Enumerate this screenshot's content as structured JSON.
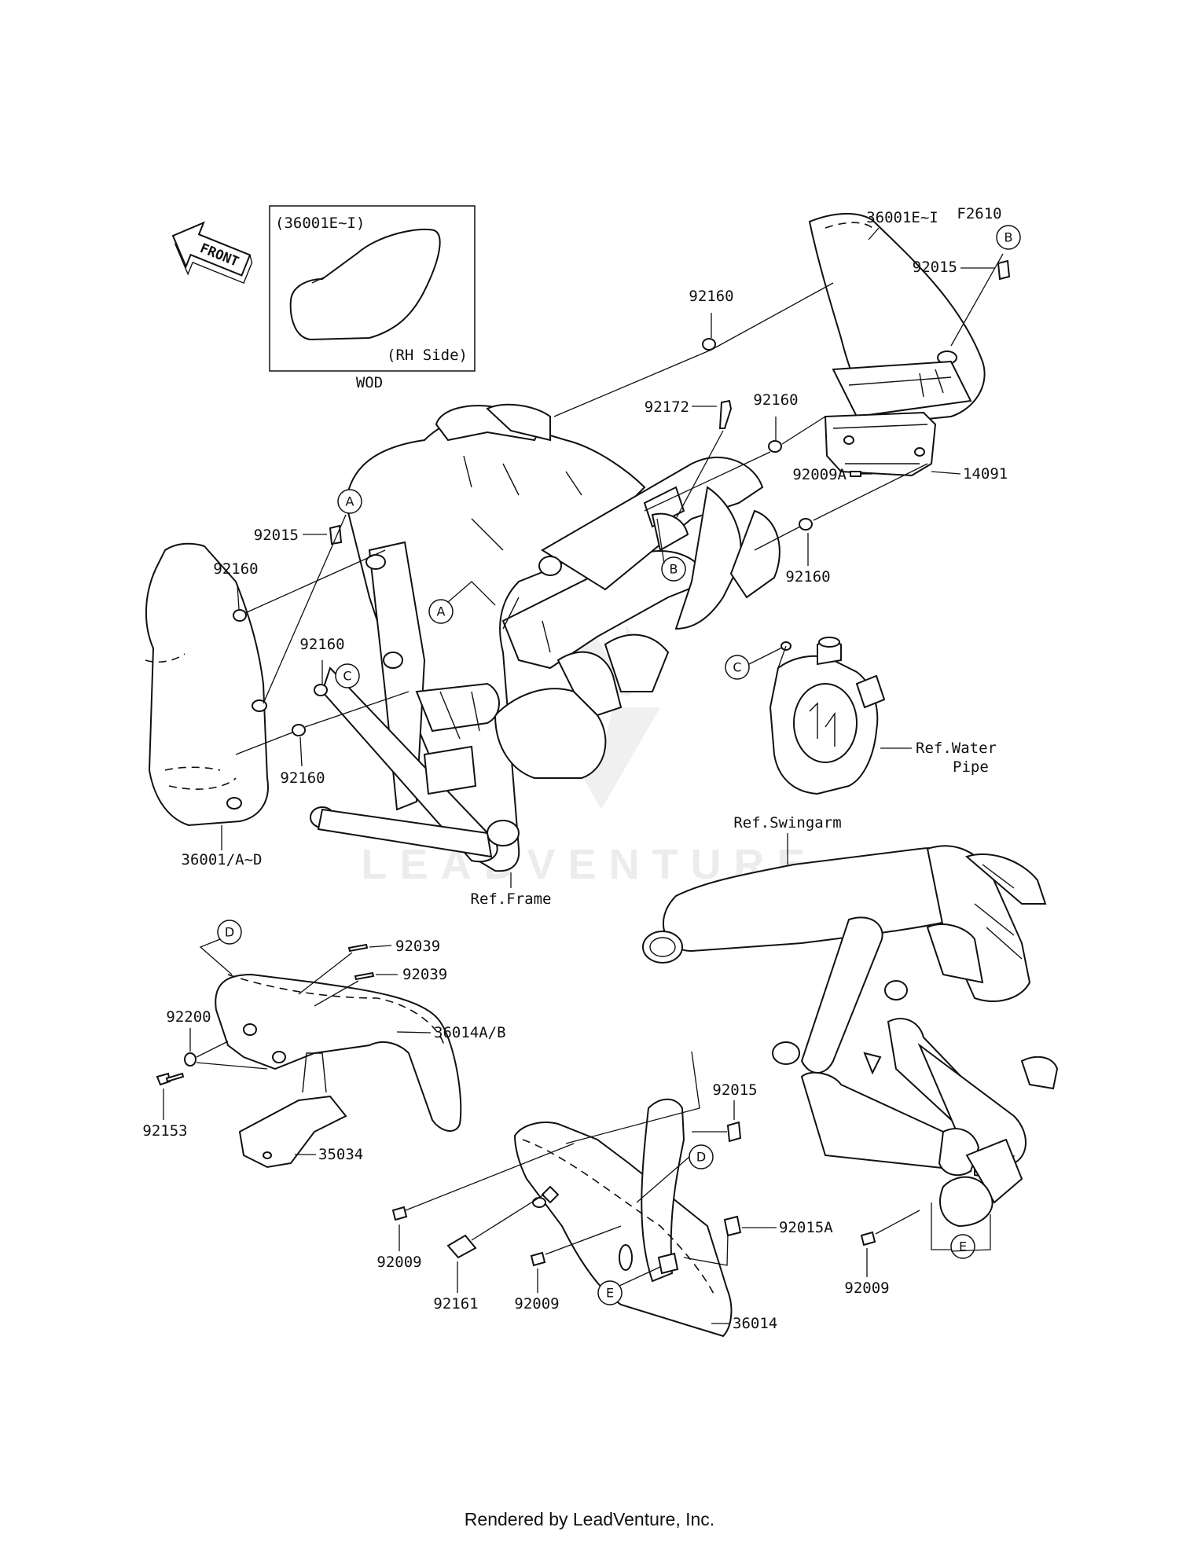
{
  "diagram_code": "F2610",
  "front_arrow_text": "FRONT",
  "inset": {
    "part_number": "(36001E~I)",
    "side": "(RH Side)",
    "caption": "WOD"
  },
  "callouts": [
    "A",
    "B",
    "C",
    "D",
    "E"
  ],
  "part_labels": {
    "p36001EI": "36001E~I",
    "p92015_b": "92015",
    "p92160_top": "92160",
    "p92172": "92172",
    "p92160_mid": "92160",
    "p92009A": "92009A",
    "p14091": "14091",
    "p92160_right": "92160",
    "p92015_a": "92015",
    "p92160_left": "92160",
    "p92160_c": "92160",
    "p92160_low": "92160",
    "p36001AD": "36001/A~D",
    "ref_frame": "Ref.Frame",
    "ref_water_1": "Ref.Water",
    "ref_water_2": "Pipe",
    "ref_swingarm": "Ref.Swingarm",
    "p92039_a": "92039",
    "p92039_b": "92039",
    "p36014AB": "36014A/B",
    "p92200": "92200",
    "p92153": "92153",
    "p35034": "35034",
    "p92015_d": "92015",
    "p92015A": "92015A",
    "p92009_l": "92009",
    "p92161": "92161",
    "p92009_m": "92009",
    "p36014": "36014",
    "p92009_r": "92009"
  },
  "watermark": "LEADVENTURE",
  "footer": "Rendered by LeadVenture, Inc."
}
